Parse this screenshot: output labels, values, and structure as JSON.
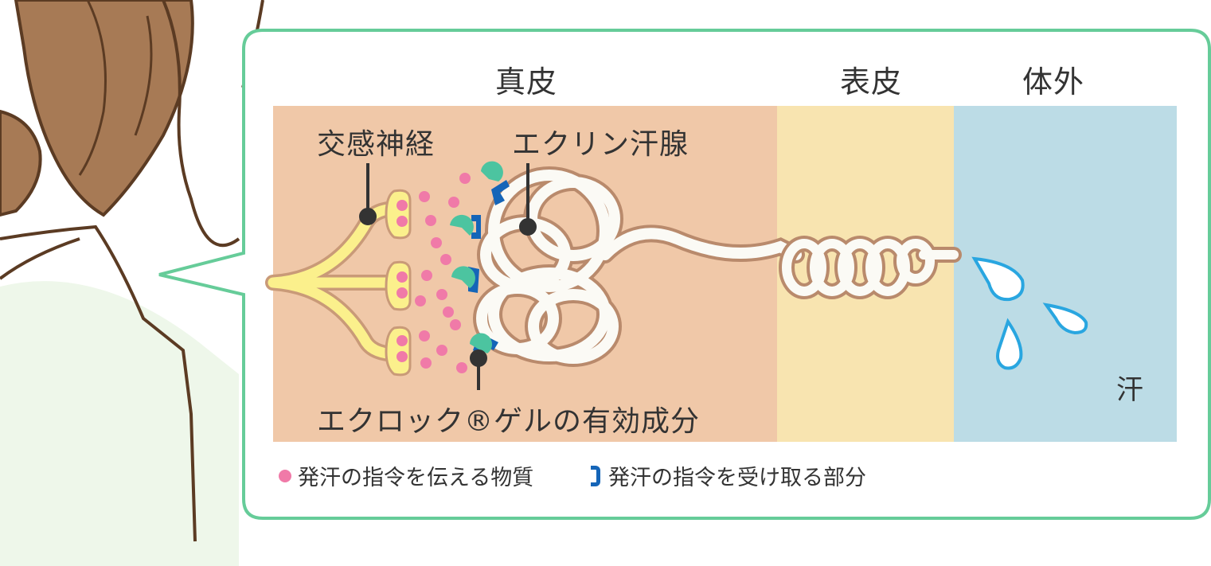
{
  "zones": {
    "dermis": "真皮",
    "epidermis": "表皮",
    "outside": "体外"
  },
  "callouts": {
    "nerve": "交感神経",
    "gland": "エクリン汗腺",
    "agent": "エクロック®ゲルの有効成分",
    "sweat": "汗"
  },
  "legend": {
    "messenger": "発汗の指令を伝える物質",
    "receptor": "発汗の指令を受け取る部分"
  },
  "colors": {
    "frame": "#66cc99",
    "dermis": "#f0c8a8",
    "epidermis": "#f8e4b0",
    "outside": "#bcdce6",
    "nerve": "#fbf08c",
    "messenger": "#f07aa8",
    "receptor": "#1565b8",
    "agent": "#4cc4a0",
    "sweat": "#29a6e0",
    "hair": "#a77a55"
  }
}
